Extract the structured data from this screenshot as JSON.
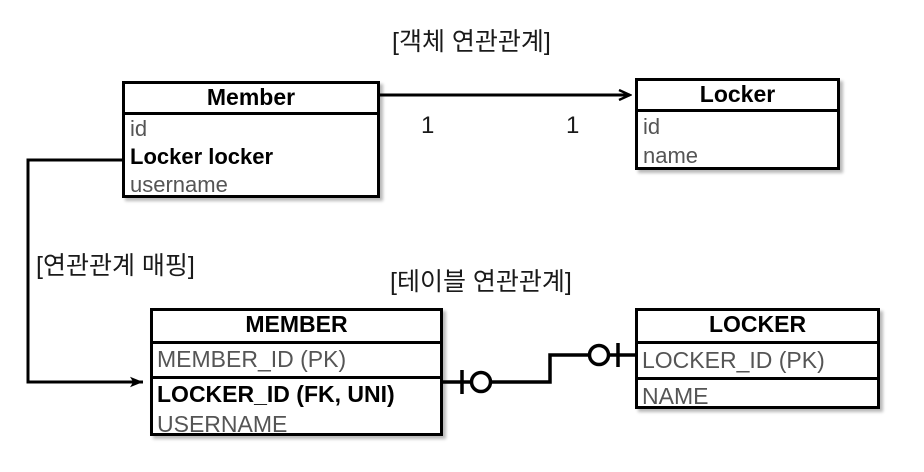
{
  "diagram": {
    "title_object_relation": "[객체 연관관계]",
    "title_mapping": "[연관관계 매핑]",
    "title_table_relation": "[테이블 연관관계]",
    "colors": {
      "stroke": "#000000",
      "field_text": "#555555",
      "title_text": "#1a1a1a",
      "background": "#ffffff"
    }
  },
  "object_model": {
    "member_class": {
      "name": "Member",
      "fields": [
        {
          "label": "id",
          "bold": false
        },
        {
          "label": "Locker locker",
          "bold": true
        },
        {
          "label": "username",
          "bold": false
        }
      ]
    },
    "locker_class": {
      "name": "Locker",
      "fields": [
        {
          "label": "id",
          "bold": false
        },
        {
          "label": "name",
          "bold": false
        }
      ]
    },
    "association": {
      "source_multiplicity": "1",
      "target_multiplicity": "1",
      "direction": "Member -> Locker",
      "arrow": "open-arrow"
    }
  },
  "table_model": {
    "member_table": {
      "name": "MEMBER",
      "pk_fields": [
        {
          "label": "MEMBER_ID (PK)",
          "bold": false
        }
      ],
      "fields": [
        {
          "label": "LOCKER_ID (FK, UNI)",
          "bold": true
        },
        {
          "label": "USERNAME",
          "bold": false
        }
      ]
    },
    "locker_table": {
      "name": "LOCKER",
      "pk_fields": [
        {
          "label": "LOCKER_ID (PK)",
          "bold": false
        }
      ],
      "fields": [
        {
          "label": "NAME",
          "bold": false
        }
      ]
    },
    "relationship": {
      "left_end_notation": "zero-or-one",
      "right_end_notation": "zero-or-one",
      "style": "crows-foot"
    }
  },
  "mapping_link": {
    "from": "Member.Locker locker",
    "to": "MEMBER.LOCKER_ID (FK, UNI)",
    "arrow": "solid-arrow"
  }
}
